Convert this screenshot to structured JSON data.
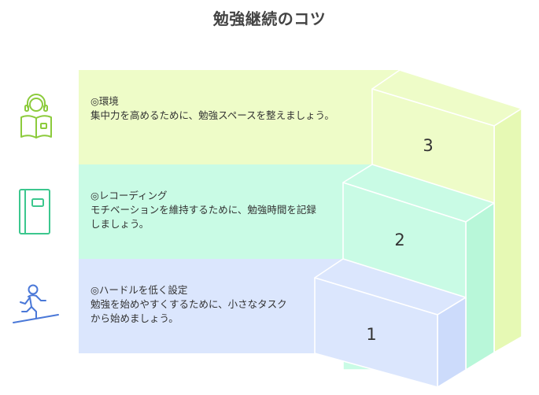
{
  "title": "勉強継続のコツ",
  "steps": [
    {
      "number": "3",
      "heading": "◎環境",
      "body": "集中力を高めるために、勉強スペースを整えましょう。",
      "icon": "student-reading-icon",
      "color": "#eefcc8"
    },
    {
      "number": "2",
      "heading": "◎レコーディング",
      "body": "モチベーションを維持するために、勉強時間を記録しましょう。",
      "icon": "notebook-icon",
      "color": "#c9fbe5"
    },
    {
      "number": "1",
      "heading": "◎ハードルを低く設定",
      "body": "勉強を始めやすくするために、小さなタスクから始めましょう。",
      "icon": "climbing-person-icon",
      "color": "#dbe6fd"
    }
  ]
}
